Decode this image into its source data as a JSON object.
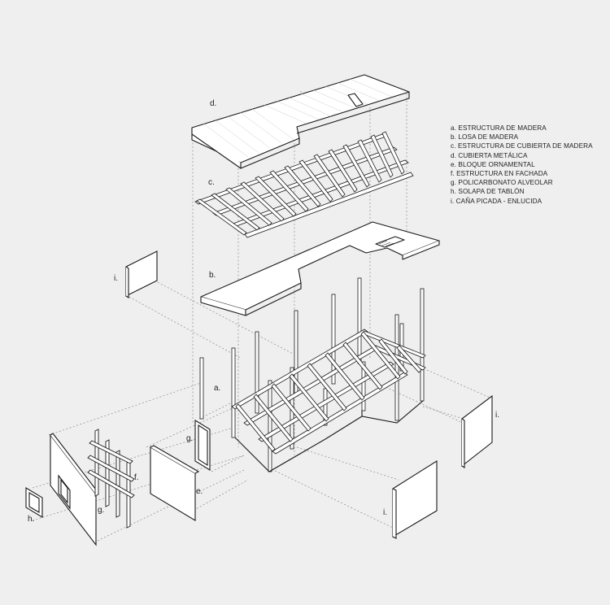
{
  "legend": [
    "a. ESTRUCTURA DE MADERA",
    "b. LOSA DE MADERA",
    "c. ESTRUCTURA DE CUBIERTA DE MADERA",
    "d. CUBIERTA METÁLICA",
    "e. BLOQUE ORNAMENTAL",
    "f. ESTRUCTURA EN FACHADA",
    "g. POLICARBONATO ALVEOLAR",
    "h. SOLAPA DE TABLÓN",
    "i. CAÑA PICADA - ENLUCIDA"
  ],
  "tags": {
    "a": "a.",
    "b": "b.",
    "c": "c.",
    "d": "d.",
    "e": "e.",
    "f": "f.",
    "g_left": "g.",
    "g_mid": "g.",
    "h": "h.",
    "i_top": "i.",
    "i_right": "i.",
    "i_bottom": "i."
  },
  "colors": {
    "background": "#f0eff0",
    "line": "#1a1a1a",
    "dashed": "#8a8a8a",
    "fill": "#ffffff"
  }
}
